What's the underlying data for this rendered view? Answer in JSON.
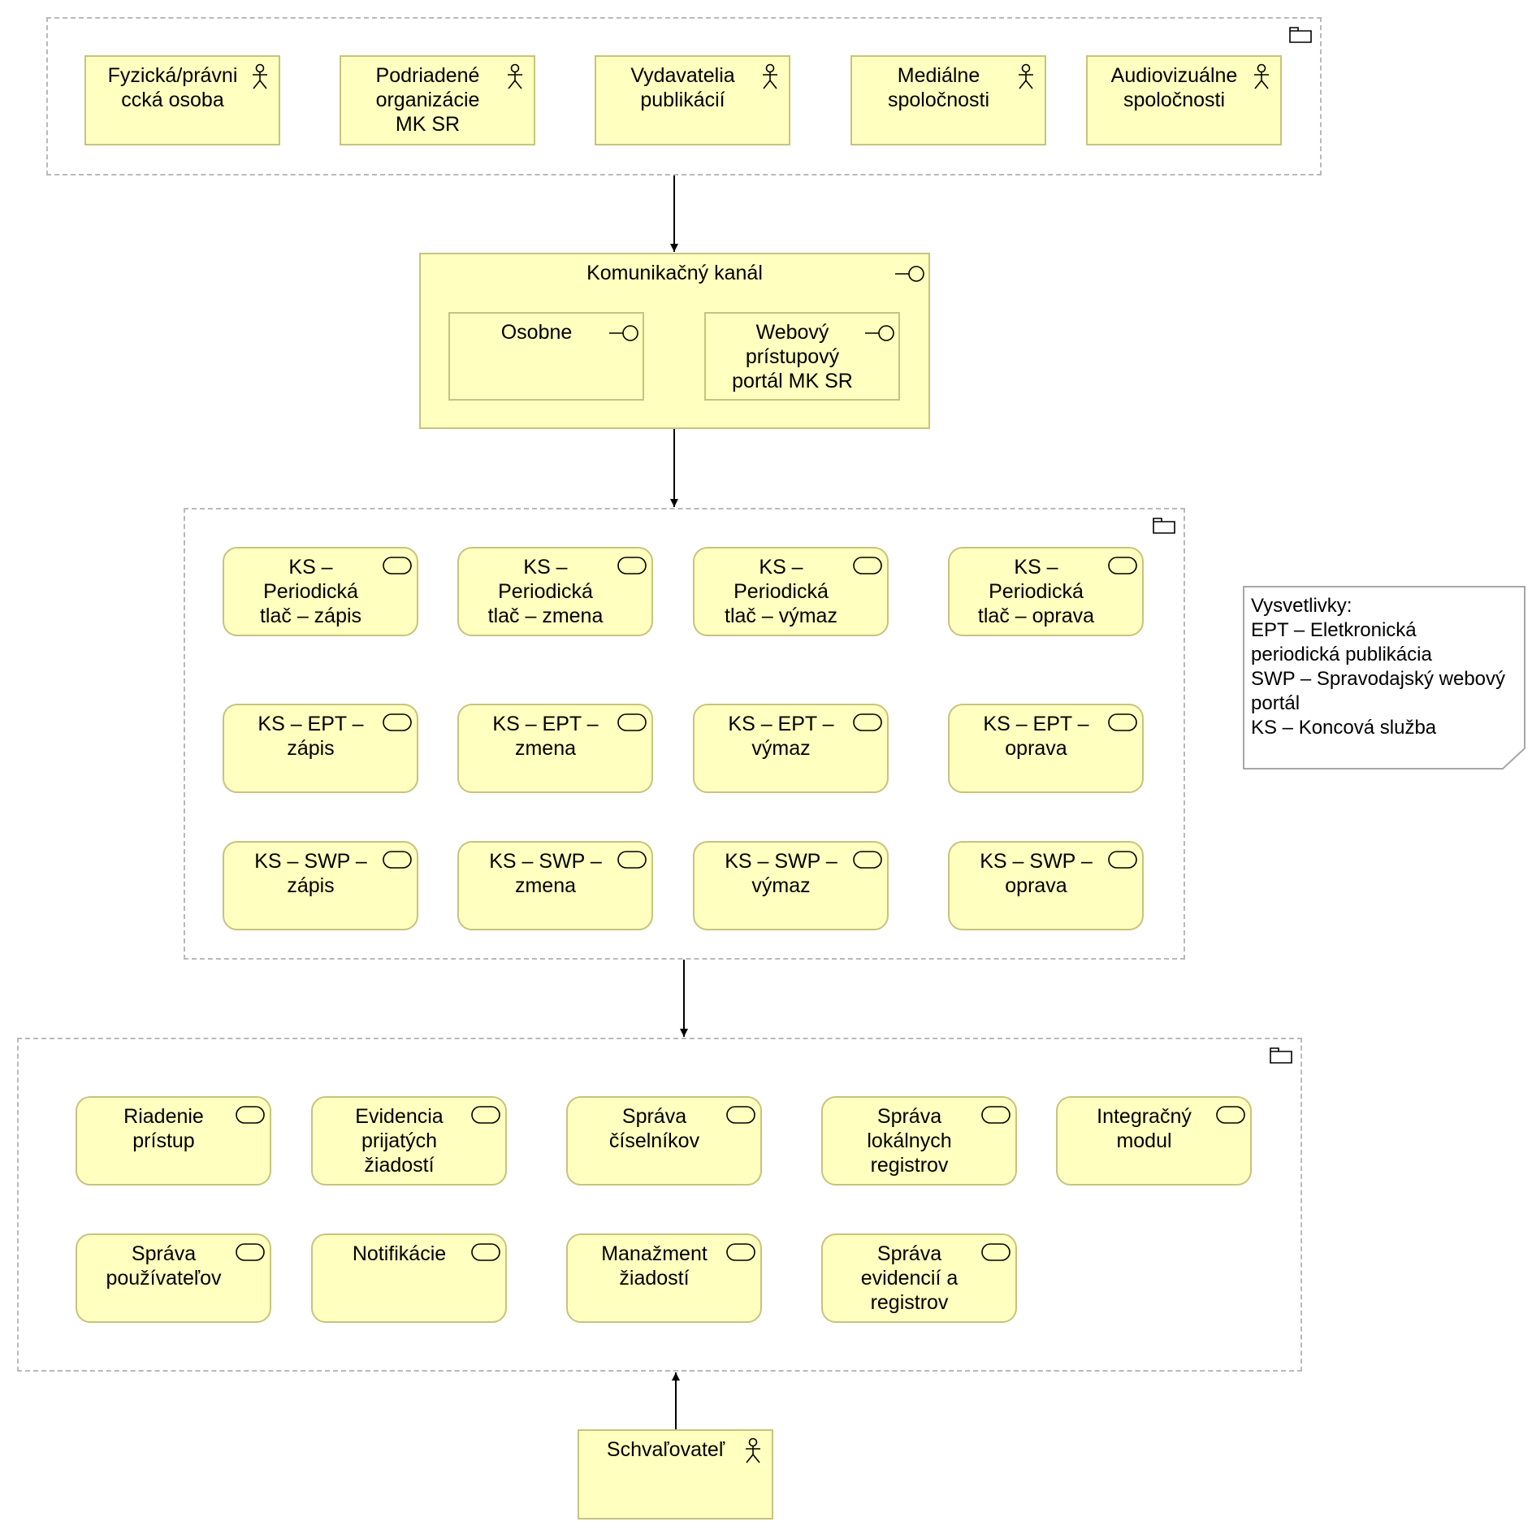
{
  "colors": {
    "element_fill": "#ffffbf",
    "element_border": "#c7c37d",
    "group_border": "#b9b9b9",
    "arrow": "#000000"
  },
  "actors_group": {
    "actors": [
      {
        "label": "Fyzická/právni\nccká osoba"
      },
      {
        "label": "Podriadené\norganizácie\nMK SR"
      },
      {
        "label": "Vydavatelia\npublikácií"
      },
      {
        "label": "Mediálne\nspoločnosti"
      },
      {
        "label": "Audiovizuálne\nspoločnosti"
      }
    ]
  },
  "channel": {
    "title": "Komunikačný kanál",
    "items": [
      {
        "label": "Osobne"
      },
      {
        "label": "Webový\nprístupový\nportál MK SR"
      }
    ]
  },
  "end_services": {
    "rows": [
      [
        "KS –\nPeriodická\ntlač – zápis",
        "KS –\nPeriodická\ntlač – zmena",
        "KS –\nPeriodická\ntlač – výmaz",
        "KS –\nPeriodická\ntlač – oprava"
      ],
      [
        "KS – EPT –\nzápis",
        "KS – EPT –\nzmena",
        "KS – EPT –\nvýmaz",
        "KS – EPT –\noprava"
      ],
      [
        "KS – SWP –\nzápis",
        "KS – SWP –\nzmena",
        "KS – SWP –\nvýmaz",
        "KS – SWP –\noprava"
      ]
    ]
  },
  "app_services": {
    "rows": [
      [
        "Riadenie\nprístup",
        "Evidencia\nprijatých\nžiadostí",
        "Správa\nčíselníkov",
        "Správa\nlokálnych\nregistrov",
        "Integračný\nmodul"
      ],
      [
        "Správa\npoužívateľov",
        "Notifikácie",
        "Manažment\nžiadostí",
        "Správa\nevidencií a\nregistrov"
      ]
    ]
  },
  "approver": {
    "label": "Schvaľovateľ"
  },
  "legend": {
    "text": "Vysvetlivky:\nEPT – Eletkronická\nperiodická publikácia\nSWP – Spravodajský webový\nportál\nKS – Koncová služba"
  },
  "icons": {
    "actor": "actor-icon",
    "service": "service-icon",
    "interface": "interface-icon",
    "group": "folder-icon"
  }
}
